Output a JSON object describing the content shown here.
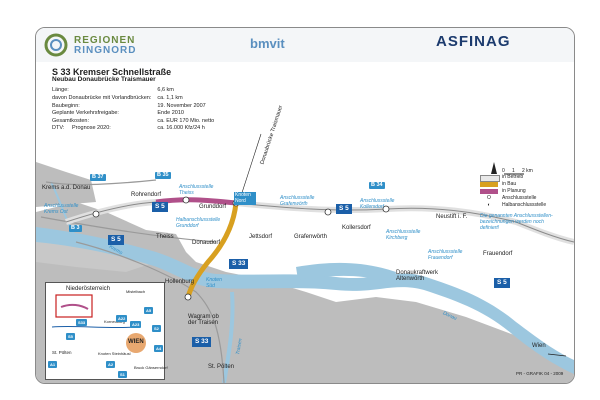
{
  "header": {
    "logo_line1": "REGIONEN",
    "logo_line2": "RINGNORD",
    "bmvit": "bmvit",
    "asfinag": "ASFINAG"
  },
  "info": {
    "route": "S 33",
    "title": "Kremser Schnellstraße",
    "subtitle": "Neubau Donaubrücke Traismauer",
    "facts": [
      {
        "label": "Länge:",
        "value": "6,6 km"
      },
      {
        "label": "davon Donaubrücke mit Vorlandbrücken:",
        "value": "ca. 1,1 km"
      },
      {
        "label": "Baubeginn:",
        "value": "19. November 2007"
      },
      {
        "label": "Geplante Verkehrsfreigabe:",
        "value": "Ende 2010"
      },
      {
        "label": "Gesamtkosten:",
        "value": "ca. EUR 170 Mio. netto"
      },
      {
        "label": "DTV:",
        "label2": "Prognose 2020:",
        "value": "ca. 16.000 Kfz/24 h"
      }
    ]
  },
  "legend": {
    "scale": [
      "0",
      "1",
      "2 km"
    ],
    "items": [
      {
        "label": "in Betrieb",
        "color": "#e8e8e8"
      },
      {
        "label": "in Bau",
        "color": "#d8a020"
      },
      {
        "label": "in Planung",
        "color": "#b0508a"
      }
    ],
    "symbols": [
      {
        "symbol": "O",
        "label": "Anschlussstelle"
      },
      {
        "symbol": "◐",
        "label": "Halbanschlussstelle"
      }
    ],
    "note": "Die genannten Anschlussstellen-bezeichnungen werden noch definiert!"
  },
  "map": {
    "bridge_label": "Donaubrücke Traismauer",
    "towns": [
      "Krems a.d. Donau",
      "Rohrendorf",
      "Grunddorf",
      "Theiss",
      "Donaudorf",
      "Jettsdorf",
      "Grafenwörth",
      "Kollersdorf",
      "Neustift i. F.",
      "Frauendorf",
      "Hollenburg",
      "Wagram ob der Traisen",
      "St. Pölten",
      "Donaukraftwerk Altenwörth",
      "Wien"
    ],
    "anschluss": [
      "Anschlussstelle Krems Ost",
      "Anschlussstelle Theiss",
      "Knoten Nord",
      "Halbanschlussstelle Grunddorf",
      "Anschlussstelle Grafenwörth",
      "Anschlussstelle Kollersdorf",
      "Anschlussstelle Kirchberg",
      "Anschlussstelle Frauendorf",
      "Knoten Süd"
    ],
    "shields": [
      "S 33",
      "S 5",
      "S 5",
      "S 5",
      "S 5",
      "S 33",
      "S 33",
      "S 5",
      "S 33"
    ],
    "bshields": [
      "B 37",
      "B 35",
      "B 3",
      "B 34"
    ],
    "rivers": [
      "Donau",
      "Krems",
      "Traisen"
    ]
  },
  "inset": {
    "title": "Niederösterreich",
    "labels": [
      "A1",
      "A2",
      "A4",
      "A5",
      "A22",
      "A23",
      "S1",
      "S2",
      "S5",
      "S33",
      "St. Pölten",
      "Korneuburg",
      "WIEN",
      "Knoten Steinhäusl",
      "Mistelbach",
      "Bruck Gänserndorf"
    ]
  },
  "credit": "PR - GRAFIK 04 - 2009",
  "colors": {
    "river": "#9cc7df",
    "terrain": "#b8b8b8",
    "construction": "#d8a020",
    "planning": "#b0508a",
    "shield": "#1b5fa8"
  }
}
